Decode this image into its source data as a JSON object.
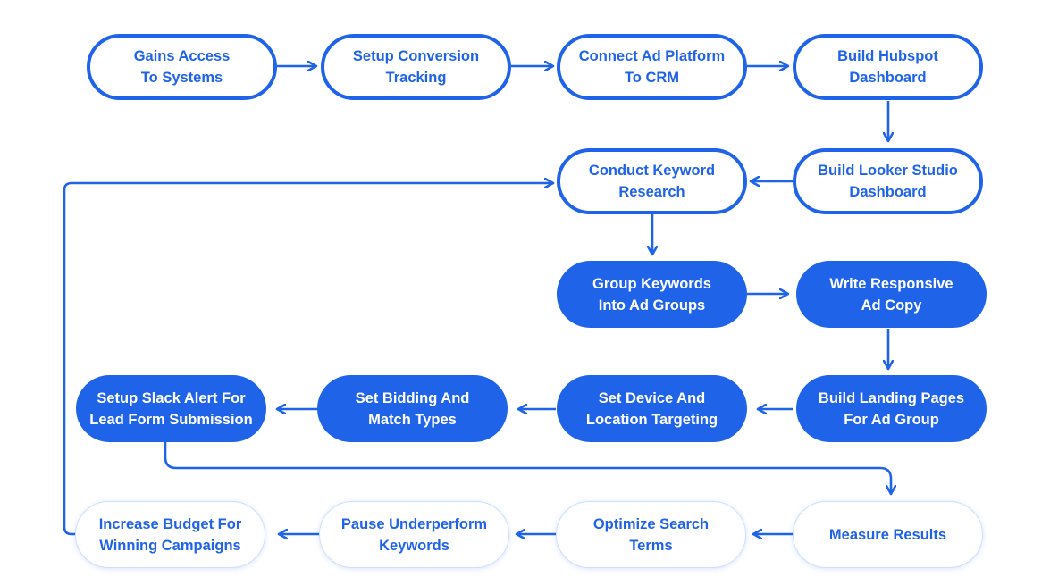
{
  "colors": {
    "accent": "#1f63e8",
    "soft_border": "#cfe0fb"
  },
  "steps": {
    "gains_access": "Gains Access\nTo Systems",
    "setup_conversion": "Setup Conversion\nTracking",
    "connect_ad_platform": "Connect Ad Platform\nTo CRM",
    "build_hubspot": "Build Hubspot\nDashboard",
    "conduct_keyword": "Conduct Keyword\nResearch",
    "build_looker": "Build Looker Studio\nDashboard",
    "group_keywords": "Group Keywords\nInto Ad Groups",
    "write_responsive": "Write Responsive\nAd Copy",
    "setup_slack": "Setup Slack Alert For\nLead Form Submission",
    "set_bidding": "Set Bidding And\nMatch Types",
    "set_device": "Set Device And\nLocation Targeting",
    "build_landing": "Build Landing Pages\nFor Ad Group",
    "increase_budget": "Increase Budget For\nWinning Campaigns",
    "pause_underperform": "Pause Underperform\nKeywords",
    "optimize_search": "Optimize Search\nTerms",
    "measure_results": "Measure Results"
  }
}
